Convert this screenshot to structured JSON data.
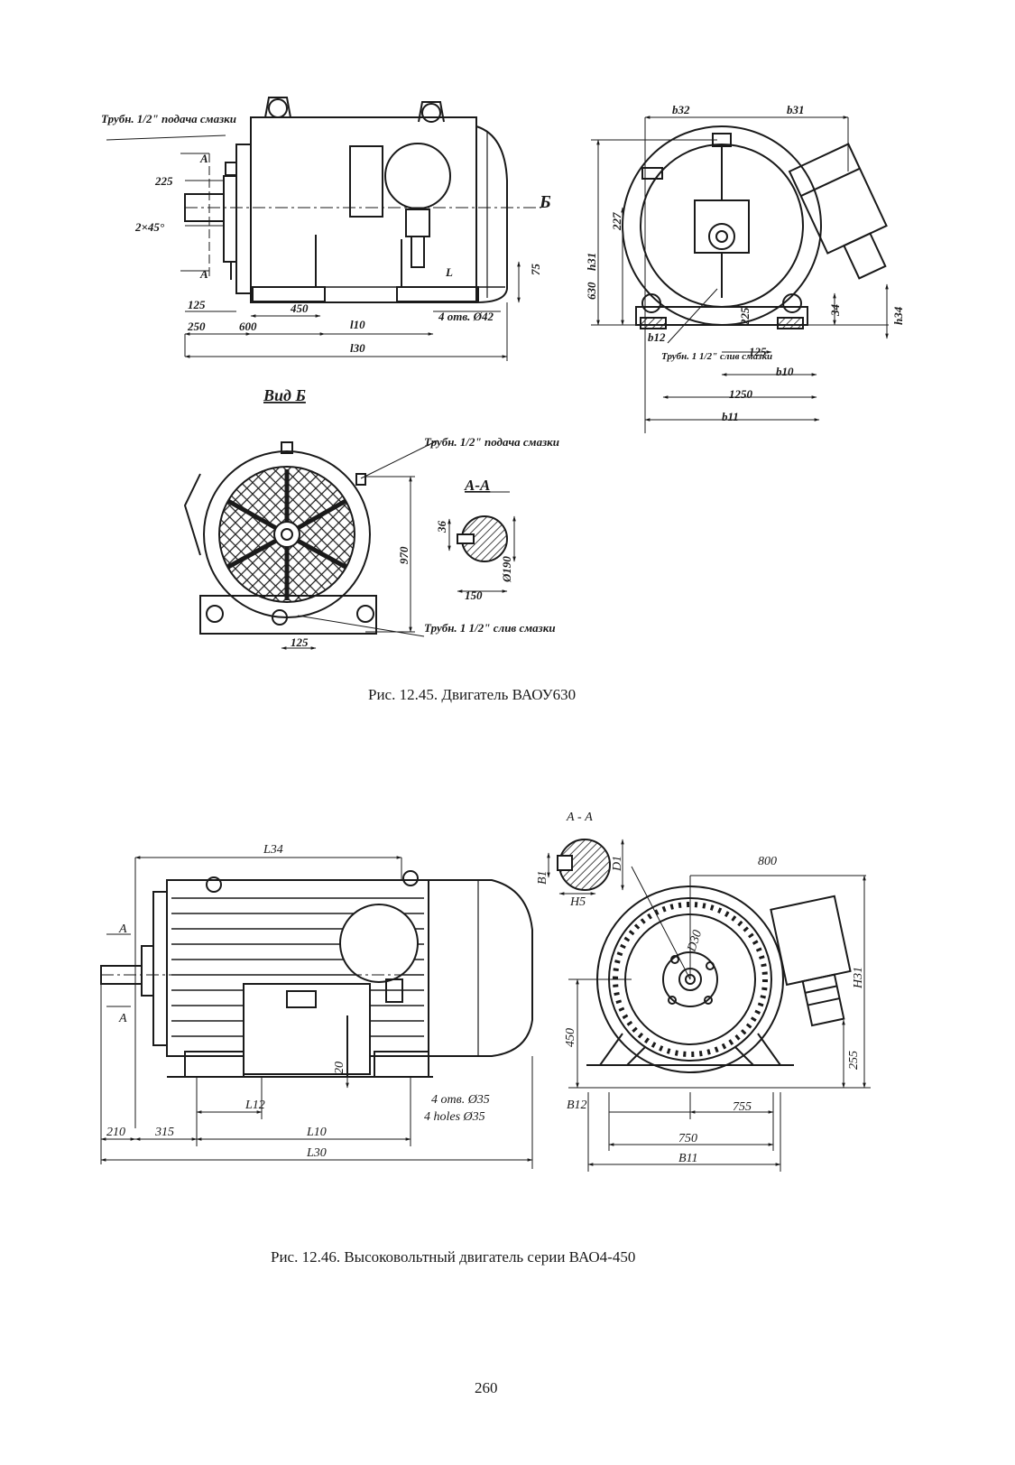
{
  "figures": [
    {
      "caption": "Рис. 12.45. Двигатель ВАОУ630",
      "view_label": "Вид Б",
      "section_label": "А-А",
      "labels": {
        "pipe_top": "Трубн. 1/2\" подача смазки",
        "pipe_view": "Трубн. 1/2\" подача смазки",
        "pipe_drain": "Трубн. 1 1/2\" слив смазки",
        "pipe_right": "Трубн. 1 1/2\" слив смазки",
        "holes": "4 отв. Ø42",
        "a_upper": "А",
        "a_lower": "А",
        "b_mark": "Б",
        "l_mark": "L",
        "d225": "225",
        "chamfer": "2×45°",
        "d125_left": "125",
        "d250": "250",
        "d600": "600",
        "d450": "450",
        "l10": "l10",
        "l30": "l30",
        "d75": "75",
        "b32": "b32",
        "b31": "b31",
        "h31": "h31",
        "d227": "227",
        "d630": "630",
        "d34": "34",
        "h34": "h34",
        "b12": "b12",
        "d125_mid": "125",
        "d225_small": "225",
        "b10": "b10",
        "d1250": "1250",
        "b11": "b11",
        "d970": "970",
        "d125_view": "125",
        "d36": "36",
        "d150": "150",
        "d190": "Ø190"
      }
    },
    {
      "caption": "Рис. 12.46. Высоковольтный двигатель серии ВАО4-450",
      "section_label": "А - А",
      "labels": {
        "L34": "L34",
        "L12": "L12",
        "L10": "L10",
        "L30": "L30",
        "d210": "210",
        "d315": "315",
        "d20": "20",
        "holes_ru": "4 отв. Ø35",
        "holes_en": "4 holes Ø35",
        "a_upper": "А",
        "a_lower": "А",
        "d800": "800",
        "D30": "D30",
        "H31": "H31",
        "d450": "450",
        "d255": "255",
        "B12": "B12",
        "d755": "755",
        "d750": "750",
        "B11": "B11",
        "B1": "B1",
        "D1": "D1",
        "H5": "H5"
      }
    }
  ],
  "page_number": "260"
}
